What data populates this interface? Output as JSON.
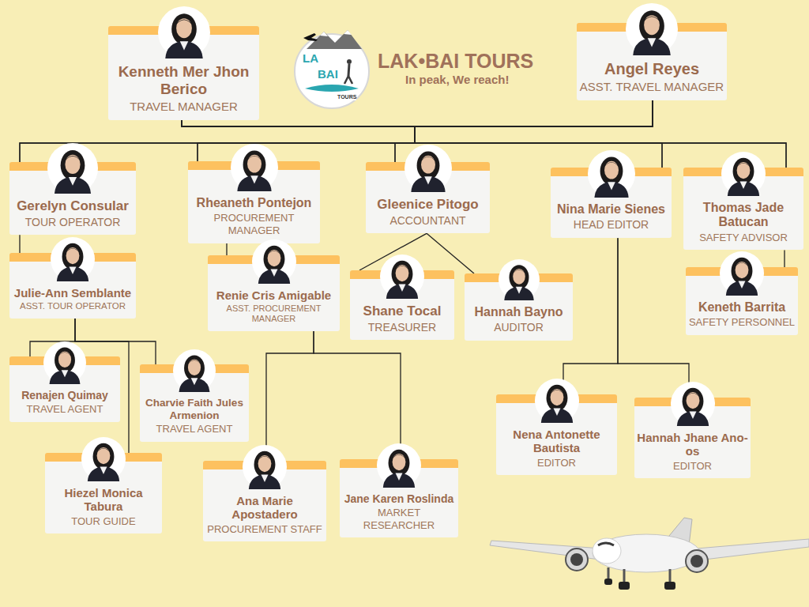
{
  "diagram": {
    "title": "LAK•BAI TOURS",
    "nodes": [
      {
        "text": [
          "Kenneth Mer Jhon Berico",
          "TRAVEL MANAGER"
        ]
      },
      {
        "text": [
          "Angel Reyes",
          "ASST. TRAVEL MANAGER"
        ]
      },
      {
        "text": [
          "Gerelyn Consular",
          "TOUR OPERATOR"
        ]
      },
      {
        "text": [
          "Rheaneth Pontejon",
          "PROCUREMENT MANAGER"
        ]
      },
      {
        "text": [
          "Gleenice Pitogo",
          "ACCOUNTANT"
        ]
      },
      {
        "text": [
          "Nina Marie Sienes",
          "HEAD EDITOR"
        ]
      },
      {
        "text": [
          "Thomas Jade Batucan",
          "SAFETY ADVISOR"
        ]
      },
      {
        "text": [
          "Julie-Ann Semblante",
          "ASST. TOUR OPERATOR"
        ]
      },
      {
        "text": [
          "Renie Cris Amigable",
          "ASST. PROCUREMENT MANAGER"
        ]
      },
      {
        "text": [
          "Shane Tocal",
          "TREASURER"
        ]
      },
      {
        "text": [
          "Hannah Bayno",
          "AUDITOR"
        ]
      },
      {
        "text": [
          "Keneth Barrita",
          "SAFETY PERSONNEL"
        ]
      },
      {
        "text": [
          "Renajen Quimay",
          "TRAVEL AGENT"
        ]
      },
      {
        "text": [
          "Charvie Faith Jules Armenion",
          "TRAVEL AGENT"
        ]
      },
      {
        "text": [
          "Hiezel Monica Tabura",
          "TOUR GUIDE"
        ]
      },
      {
        "text": [
          "Nena Antonette Bautista",
          "EDITOR"
        ]
      },
      {
        "text": [
          "Hannah Jhane Ano-os",
          "EDITOR"
        ]
      },
      {
        "text": [
          "Ana Marie Apostadero",
          "PROCUREMENT STAFF"
        ]
      },
      {
        "text": [
          "Jane Karen Roslinda",
          "MARKET RESEARCHER"
        ]
      }
    ],
    "edges": [
      {
        "from": 0,
        "to": 2,
        "arrow": "none"
      },
      {
        "from": 0,
        "to": 3,
        "arrow": "none"
      },
      {
        "from": 0,
        "to": 4,
        "arrow": "none"
      },
      {
        "from": 0,
        "to": 5,
        "arrow": "none"
      },
      {
        "from": 0,
        "to": 6,
        "arrow": "none"
      },
      {
        "from": 1,
        "to": 2,
        "arrow": "none"
      },
      {
        "from": 1,
        "to": 3,
        "arrow": "none"
      },
      {
        "from": 1,
        "to": 4,
        "arrow": "none"
      },
      {
        "from": 1,
        "to": 5,
        "arrow": "none"
      },
      {
        "from": 1,
        "to": 6,
        "arrow": "none"
      },
      {
        "from": 2,
        "to": 7,
        "arrow": "none"
      },
      {
        "from": 3,
        "to": 8,
        "arrow": "none"
      },
      {
        "from": 4,
        "to": 9,
        "arrow": "none"
      },
      {
        "from": 4,
        "to": 10,
        "arrow": "none"
      },
      {
        "from": 5,
        "to": 15,
        "arrow": "none"
      },
      {
        "from": 5,
        "to": 16,
        "arrow": "none"
      },
      {
        "from": 6,
        "to": 11,
        "arrow": "none"
      },
      {
        "from": 7,
        "to": 12,
        "arrow": "none"
      },
      {
        "from": 7,
        "to": 13,
        "arrow": "none"
      },
      {
        "from": 7,
        "to": 14,
        "arrow": "none"
      },
      {
        "from": 8,
        "to": 17,
        "arrow": "none"
      },
      {
        "from": 8,
        "to": 18,
        "arrow": "none"
      }
    ],
    "labels": [
      "In peak, We reach!",
      "LA",
      "BAI",
      "TOURS"
    ]
  }
}
